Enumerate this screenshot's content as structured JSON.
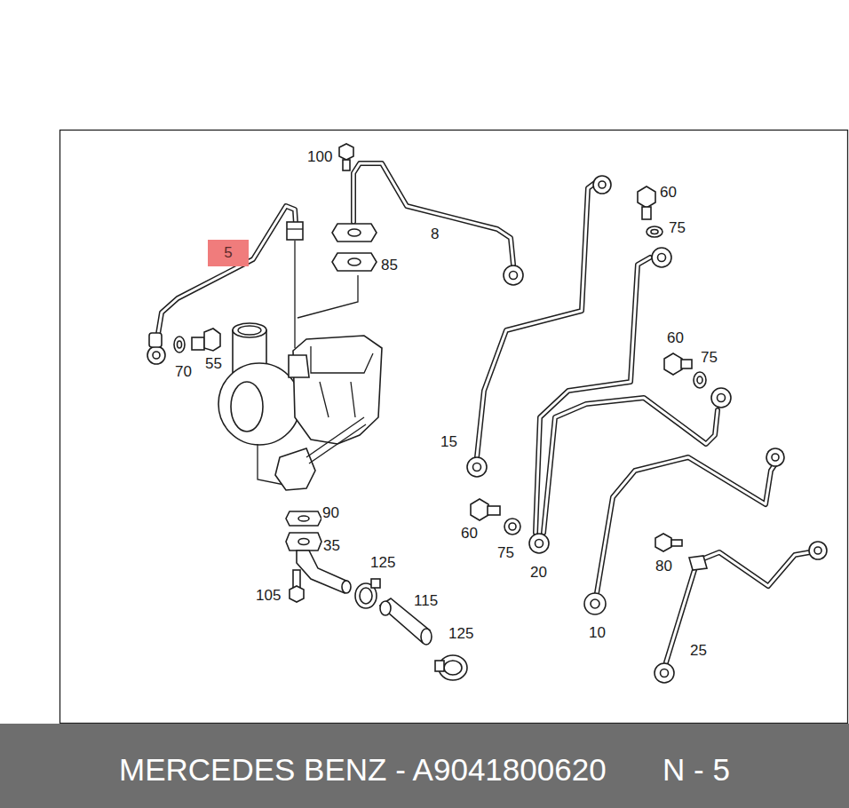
{
  "diagram": {
    "nodes": [
      {
        "text": [
          "5"
        ]
      },
      {
        "text": [
          "MERCEDES BENZ - A9041800620",
          "N - 5"
        ]
      }
    ],
    "labels": [
      "100",
      "60",
      "75",
      "8",
      "85",
      "60",
      "75",
      "70",
      "55",
      "15",
      "90",
      "35",
      "125",
      "60",
      "115",
      "75",
      "20",
      "105",
      "125",
      "80",
      "10",
      "25"
    ]
  }
}
